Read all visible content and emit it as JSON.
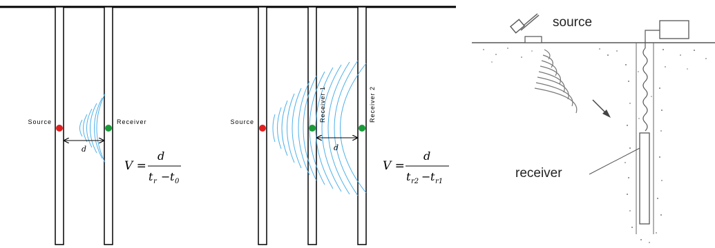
{
  "panel1": {
    "source_label": "Source",
    "receiver_label": "Receiver",
    "distance_label": "d",
    "formula": {
      "lhs": "V =",
      "numerator": "d",
      "denominator": "t",
      "sub_r": "r",
      "minus": "−",
      "sub_0": "0"
    }
  },
  "panel2": {
    "source_label": "Source",
    "receiver1_label": "Receiver 1",
    "receiver2_label": "Receiver 2",
    "distance_label": "d",
    "formula": {
      "lhs": "V =",
      "numerator": "d",
      "denominator": "t",
      "sub_r2": "r2",
      "minus": "−",
      "sub_r1": "r1"
    }
  },
  "panel3": {
    "source_label": "source",
    "receiver_label": "receiver"
  },
  "colors": {
    "source_dot": "#e02020",
    "receiver_dot": "#1a9a3a",
    "wave": "#4fb0e8"
  }
}
